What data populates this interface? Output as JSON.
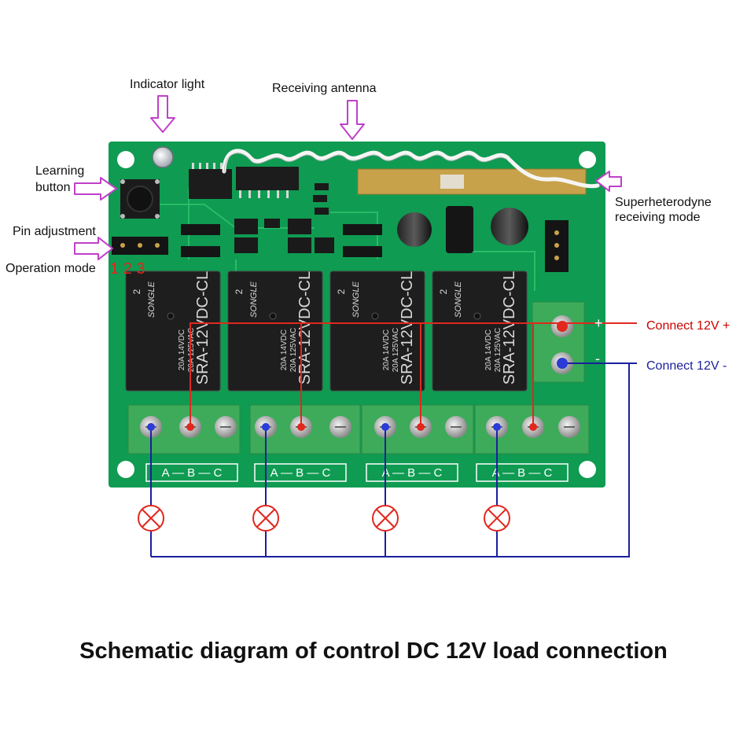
{
  "labels": {
    "indicator_light": "Indicator light",
    "receiving_antenna": "Receiving antenna",
    "learning_line1": "Learning",
    "learning_line2": "button",
    "pin_adjustment": "Pin adjustment",
    "operation_mode": "Operation mode",
    "pin_numbers": "1 2 3",
    "superhet_line1": "Superheterodyne",
    "superhet_line2": "receiving mode",
    "connect_pos": "Connect 12V +",
    "connect_neg": "Connect 12V -",
    "plus_sign": "+",
    "minus_sign": "-"
  },
  "relay": {
    "model": "SRA-12VDC-CL",
    "brand": "SONGLE",
    "rating1": "20A 14VDC",
    "rating2": "20A 125VAC",
    "mark": "2"
  },
  "terminal_group": "A — B — C",
  "caption": "Schematic diagram of control DC 12V load connection",
  "colors": {
    "pcb": "#0f9b52",
    "terminal": "#3dab5a",
    "positive_wire": "#e0281e",
    "negative_wire": "#1b1f9e",
    "callout_arrow": "#c040c8"
  }
}
